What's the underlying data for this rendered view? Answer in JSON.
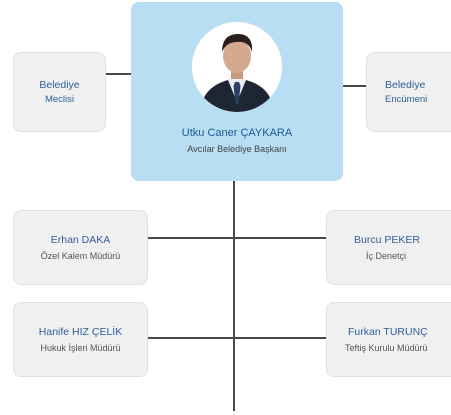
{
  "head": {
    "name": "Utku Caner ÇAYKARA",
    "title": "Avcılar Belediye Başkanı"
  },
  "top_left": {
    "line1": "Belediye",
    "line2": "Meclisi"
  },
  "top_right": {
    "line1": "Belediye",
    "line2": "Encümeni"
  },
  "staff": [
    {
      "name": "Erhan DAKA",
      "role": "Özel Kalem Müdürü"
    },
    {
      "name": "Burcu PEKER",
      "role": "İç Denetçi"
    },
    {
      "name": "Hanife HIZ ÇELİK",
      "role": "Hukuk İşleri Müdürü"
    },
    {
      "name": "Furkan TURUNÇ",
      "role": "Teftiş Kurulu Müdürü"
    }
  ],
  "colors": {
    "highlight_card": "#b7def3",
    "card": "#f0f0f0",
    "name_text": "#2e5f9a",
    "connector": "#4a4a4a"
  }
}
